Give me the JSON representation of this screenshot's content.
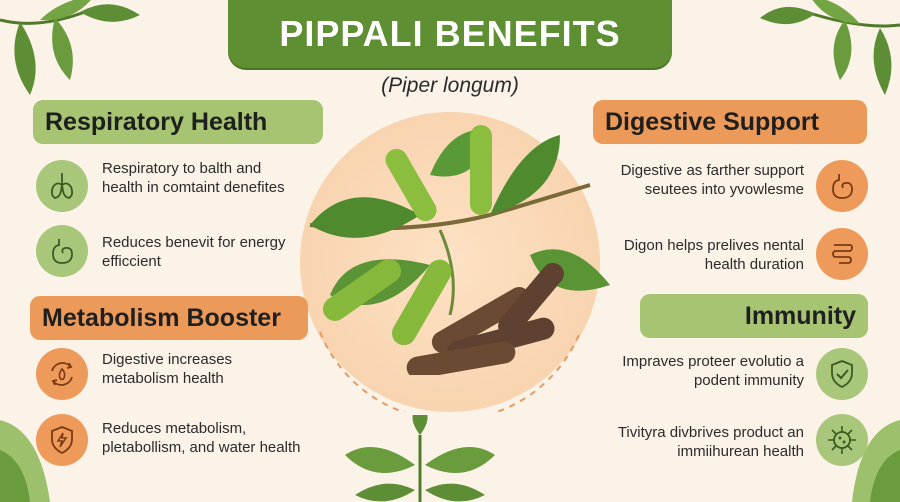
{
  "title": "PIPPALI BENEFITS",
  "subtitle": "(Piper longum)",
  "colors": {
    "green": "#5e8f32",
    "light_green": "#a6c472",
    "orange": "#ec9a5a",
    "background": "#fbf2e8"
  },
  "sections": {
    "respiratory": {
      "heading": "Respiratory Health",
      "items": [
        {
          "icon": "lungs-icon",
          "text": "Respiratory to balth and health in comtaint denefites"
        },
        {
          "icon": "stomach-icon",
          "text": "Reduces benevit for energy efficcient"
        }
      ]
    },
    "metabolism": {
      "heading": "Metabolism Booster",
      "items": [
        {
          "icon": "metabolism-cycle-icon",
          "text": "Digestive increases metabolism health"
        },
        {
          "icon": "shield-bolt-icon",
          "text": "Reduces metabolism, pletabollism, and water health"
        }
      ]
    },
    "digestive": {
      "heading": "Digestive Support",
      "items": [
        {
          "icon": "stomach-icon",
          "text": "Digestive as farther support seutees into yvowlesme"
        },
        {
          "icon": "intestine-icon",
          "text": "Digon helps prelives nental health duration"
        }
      ]
    },
    "immunity": {
      "heading": "Immunity",
      "items": [
        {
          "icon": "shield-check-icon",
          "text": "Impraves proteer evolutio a podent immunity"
        },
        {
          "icon": "virus-icon",
          "text": "Tivityra divbrives product an immiihurean health"
        }
      ]
    }
  }
}
